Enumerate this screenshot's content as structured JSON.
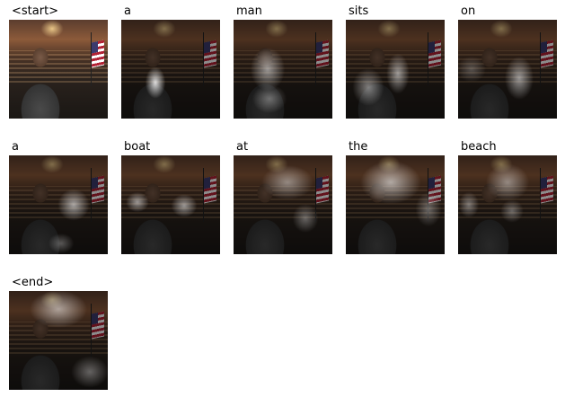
{
  "frames": [
    {
      "word": "<start>",
      "attention": ""
    },
    {
      "word": "a",
      "attention": "radial-gradient(ellipse 14px 22px at 38px 70px, rgba(255,255,255,0.85), rgba(255,255,255,0) 80%)"
    },
    {
      "word": "man",
      "attention": "radial-gradient(ellipse 24px 30px at 38px 55px, rgba(255,255,255,0.55), rgba(255,255,255,0) 80%), radial-gradient(ellipse 24px 20px at 40px 88px, rgba(255,255,255,0.35), rgba(255,255,255,0) 80%)"
    },
    {
      "word": "sits",
      "attention": "radial-gradient(ellipse 22px 26px at 25px 75px, rgba(255,255,255,0.45), rgba(255,255,255,0) 80%), radial-gradient(ellipse 16px 28px at 58px 60px, rgba(255,255,255,0.55), rgba(255,255,255,0) 80%)"
    },
    {
      "word": "on",
      "attention": "radial-gradient(ellipse 20px 30px at 68px 65px, rgba(255,255,255,0.55), rgba(255,255,255,0) 80%), radial-gradient(ellipse 20px 18px at 15px 55px, rgba(255,255,255,0.25), rgba(255,255,255,0) 80%)"
    },
    {
      "word": "a",
      "attention": "radial-gradient(ellipse 22px 22px at 72px 55px, rgba(255,255,255,0.6), rgba(255,255,255,0) 80%), radial-gradient(ellipse 18px 14px at 58px 98px, rgba(255,255,255,0.3), rgba(255,255,255,0) 80%)"
    },
    {
      "word": "boat",
      "attention": "radial-gradient(ellipse 16px 14px at 18px 52px, rgba(255,255,255,0.55), rgba(255,255,255,0) 80%), radial-gradient(ellipse 18px 16px at 70px 56px, rgba(255,255,255,0.55), rgba(255,255,255,0) 80%)"
    },
    {
      "word": "at",
      "attention": "radial-gradient(ellipse 36px 24px at 60px 30px, rgba(255,255,255,0.45), rgba(255,255,255,0) 80%), radial-gradient(ellipse 18px 20px at 80px 70px, rgba(255,255,255,0.35), rgba(255,255,255,0) 80%)"
    },
    {
      "word": "the",
      "attention": "radial-gradient(ellipse 42px 30px at 50px 30px, rgba(255,255,255,0.6), rgba(255,255,255,0) 80%), radial-gradient(ellipse 18px 24px at 92px 60px, rgba(255,255,255,0.35), rgba(255,255,255,0) 80%)"
    },
    {
      "word": "beach",
      "attention": "radial-gradient(ellipse 30px 26px at 55px 30px, rgba(255,255,255,0.45), rgba(255,255,255,0) 80%), radial-gradient(ellipse 14px 18px at 12px 55px, rgba(255,255,255,0.4), rgba(255,255,255,0) 80%), radial-gradient(ellipse 16px 16px at 60px 62px, rgba(255,255,255,0.35), rgba(255,255,255,0) 80%)"
    },
    {
      "word": "<end>",
      "attention": "radial-gradient(ellipse 40px 26px at 55px 20px, rgba(255,255,255,0.55), rgba(255,255,255,0) 80%), radial-gradient(ellipse 26px 22px at 90px 90px, rgba(255,255,255,0.35), rgba(255,255,255,0) 80%)"
    }
  ]
}
